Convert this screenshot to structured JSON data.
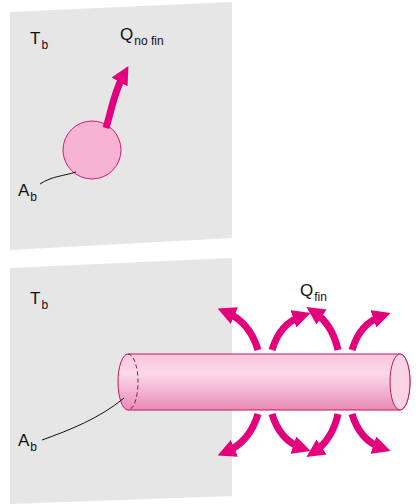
{
  "diagram": {
    "labels": [
      "Tb",
      "Qno fin",
      "Ab",
      "Tb",
      "Qfin",
      "Ab"
    ]
  }
}
